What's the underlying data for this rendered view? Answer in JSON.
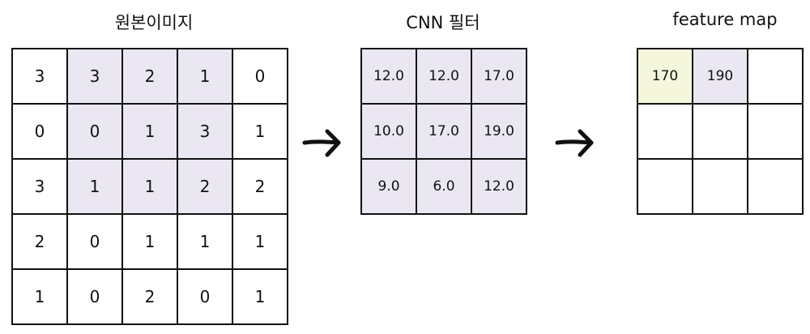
{
  "titles": {
    "original": "원본이미지",
    "filter": "CNN 필터",
    "feature": "feature map"
  },
  "image": {
    "rows": [
      [
        "3",
        "3",
        "2",
        "1",
        "0"
      ],
      [
        "0",
        "0",
        "1",
        "3",
        "1"
      ],
      [
        "3",
        "1",
        "1",
        "2",
        "2"
      ],
      [
        "2",
        "0",
        "1",
        "1",
        "1"
      ],
      [
        "1",
        "0",
        "2",
        "0",
        "1"
      ]
    ]
  },
  "filter": {
    "rows": [
      [
        "12.0",
        "12.0",
        "17.0"
      ],
      [
        "10.0",
        "17.0",
        "19.0"
      ],
      [
        "9.0",
        "6.0",
        "12.0"
      ]
    ]
  },
  "feature_map": {
    "rows": [
      [
        "170",
        "190",
        ""
      ],
      [
        "",
        "",
        ""
      ],
      [
        "",
        "",
        ""
      ]
    ]
  },
  "colors": {
    "window_highlight": "#ebe7f2",
    "current_output_highlight": "#f5f7dc"
  }
}
